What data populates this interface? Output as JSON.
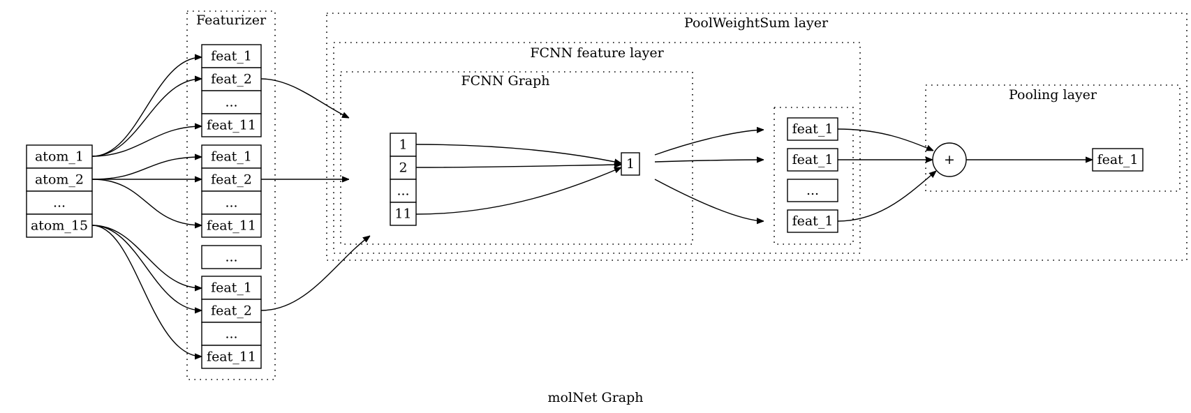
{
  "title": "molNet Graph",
  "clusters": {
    "featurizer": "Featurizer",
    "poolweightsum": "PoolWeightSum layer",
    "fcnn_feature": "FCNN feature layer",
    "fcnn_graph": "FCNN Graph",
    "pooling": "Pooling layer"
  },
  "atoms": [
    "atom_1",
    "atom_2",
    "...",
    "atom_15"
  ],
  "feature_groups": [
    [
      "feat_1",
      "feat_2",
      "...",
      "feat_11"
    ],
    [
      "feat_1",
      "feat_2",
      "...",
      "feat_11"
    ],
    [
      "..."
    ],
    [
      "feat_1",
      "feat_2",
      "...",
      "feat_11"
    ]
  ],
  "fcnn_inputs": [
    "1",
    "2",
    "...",
    "11"
  ],
  "fcnn_output": "1",
  "fcnn_features": [
    "feat_1",
    "feat_1",
    "...",
    "feat_1"
  ],
  "pool_operator": "+",
  "pool_output": "feat_1"
}
